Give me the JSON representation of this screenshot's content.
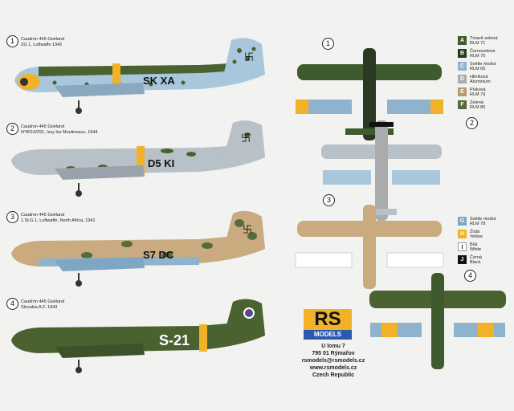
{
  "profiles": [
    {
      "number": "1",
      "caption_line1": "Caudron 445 Goéland",
      "caption_line2": "ZG 1, Luftwaffe 1942",
      "code": "SK XA"
    },
    {
      "number": "2",
      "caption_line1": "Caudron 445 Goéland",
      "caption_line2": "N°8019/291, Issy les Moulineaux, 1944",
      "code": "D5 KI"
    },
    {
      "number": "3",
      "caption_line1": "Caudron 445 Goéland",
      "caption_line2": "1.St.G.1, Luftwaffe, North Africa, 1941",
      "code": "S7 DC"
    },
    {
      "number": "4",
      "caption_line1": "Caudron 445 Goéland",
      "caption_line2": "Slovakia A.F. 1943",
      "code": "S-21"
    }
  ],
  "plan_views": [
    {
      "number": "1"
    },
    {
      "number": "2"
    },
    {
      "number": "3"
    },
    {
      "number": "4"
    }
  ],
  "legend": [
    {
      "letter": "A",
      "line1": "Tmavě zelená",
      "line2": "RLM 71",
      "color": "#3f5a2c"
    },
    {
      "letter": "B",
      "line1": "Černozelená",
      "line2": "RLM 70",
      "color": "#2a3a22"
    },
    {
      "letter": "C",
      "line1": "Světle modrá",
      "line2": "RLM 65",
      "color": "#8fb3cc"
    },
    {
      "letter": "D",
      "line1": "Hliníková",
      "line2": "Aluminium",
      "color": "#a9abad"
    },
    {
      "letter": "E",
      "line1": "Písková",
      "line2": "RLM 79",
      "color": "#b89a72"
    },
    {
      "letter": "F",
      "line1": "Zelená",
      "line2": "RLM 80",
      "color": "#556b3a"
    },
    {
      "letter": "G",
      "line1": "Světle modrá",
      "line2": "RLM 78",
      "color": "#7fa6c4"
    },
    {
      "letter": "H",
      "line1": "Žlutá",
      "line2": "Yellow",
      "color": "#f2b227"
    },
    {
      "letter": "I",
      "line1": "Bílá",
      "line2": "White",
      "color": "#ffffff"
    },
    {
      "letter": "J",
      "line1": "Černá",
      "line2": "Black",
      "color": "#111111"
    }
  ],
  "brand": {
    "logo_top": "RS",
    "logo_bottom": "MODELS"
  },
  "address": [
    "U lomu 7",
    "795 01 Rýmařov",
    "rsmodels@rsmodels.cz",
    "www.rsmodels.cz",
    "Czech Republic"
  ],
  "colors": {
    "rlm71": "#4a6130",
    "rlm65": "#a8c6dc",
    "yellow": "#f2b227",
    "sand": "#c9ab7f",
    "grey": "#b8c0c8"
  }
}
